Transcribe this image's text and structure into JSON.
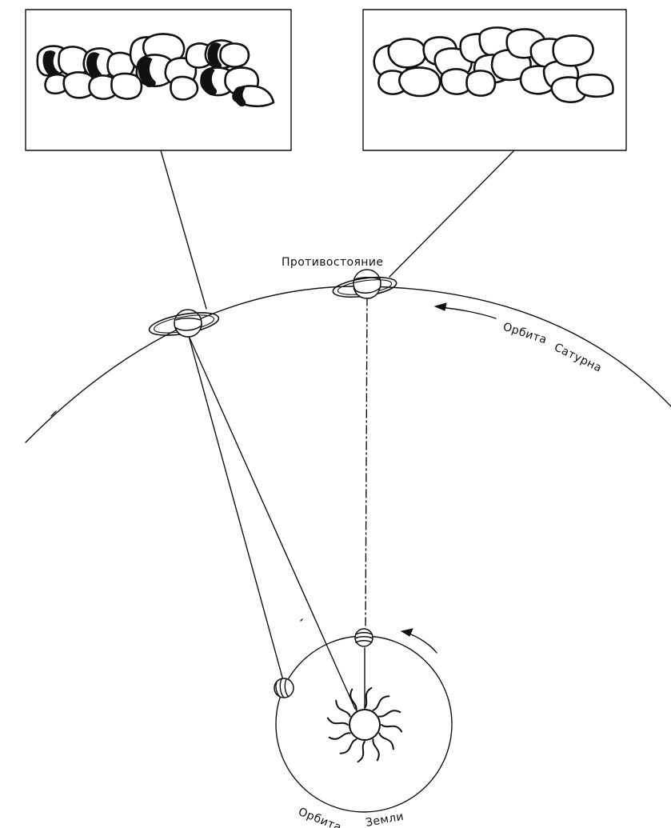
{
  "labels": {
    "opposition": "Противостояние",
    "saturn_orbit_word1": "Орбита",
    "saturn_orbit_word2": "Сатурна",
    "earth_orbit_word1": "Орбита",
    "earth_orbit_word2": "Земли"
  },
  "colors": {
    "ink": "#111111",
    "background": "#ffffff",
    "shadow": "#111111"
  },
  "icons": {
    "planet_saturn": "saturn-icon",
    "planet_earth": "earth-icon",
    "star": "sun-icon",
    "direction": "arrow-icon"
  }
}
